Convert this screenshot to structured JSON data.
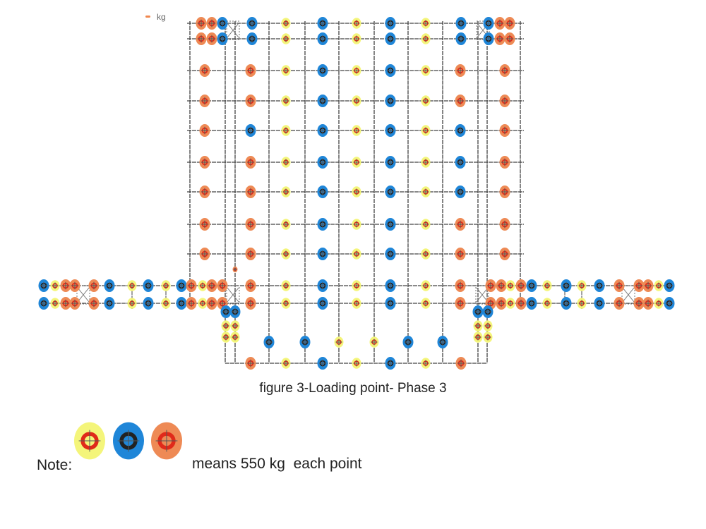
{
  "header": {
    "unit_label": "kg"
  },
  "caption": "figure 3-Loading point- Phase 3",
  "legend": {
    "note_label": "Note:",
    "description": "means 550 kg  each point",
    "icons": [
      "yellow-load-point-icon",
      "blue-load-point-icon",
      "orange-load-point-icon"
    ]
  },
  "colors": {
    "yellow": "#f4f57a",
    "blue": "#1f86d8",
    "orange": "#ee8a55",
    "inner_red": "#e02a1a",
    "grid": "#444444"
  }
}
